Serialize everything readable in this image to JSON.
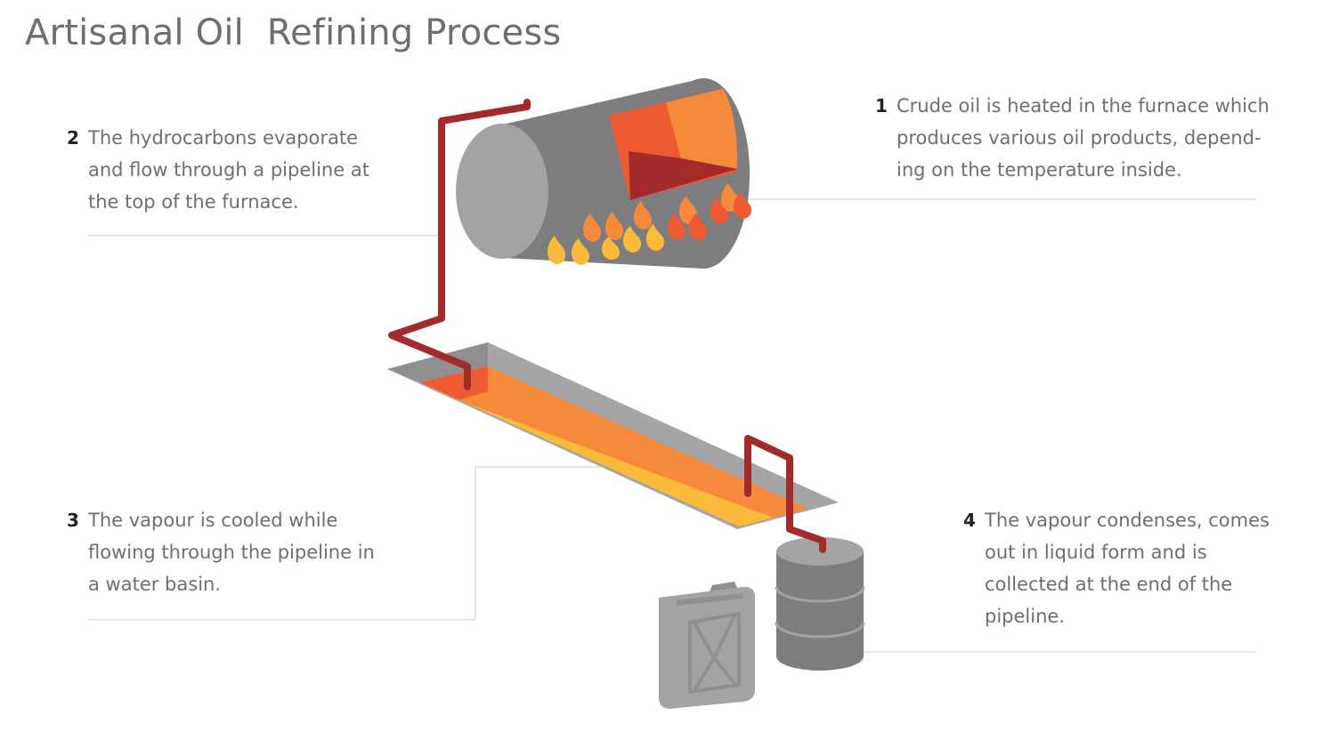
{
  "title": "Artisanal Oil  Refining Process",
  "steps": [
    {
      "number": "1",
      "lines": [
        "Crude oil is heated in the furnace which",
        "produces various oil products, depend-",
        "ing on the temperature inside."
      ]
    },
    {
      "number": "2",
      "lines": [
        "The hydrocarbons evaporate",
        "and flow through a pipeline at",
        "the top of the furnace."
      ]
    },
    {
      "number": "3",
      "lines": [
        "The vapour is cooled while",
        "flowing through the pipeline in",
        "a water basin."
      ]
    },
    {
      "number": "4",
      "lines": [
        "The vapour condenses, comes",
        "out in liquid form and is",
        "collected at the end of the",
        "pipeline."
      ]
    }
  ],
  "colors": {
    "text": "#6d6e70",
    "number": "#231f20",
    "pipe": "#a32a2a",
    "furnace_body": "#7d7d7f",
    "furnace_cap": "#a3a3a5",
    "flame_red": "#ee5b33",
    "flame_orange": "#f58b3a",
    "flame_yellow": "#fcba3a",
    "leader_line": "#c8c8c8"
  },
  "icons": [
    "furnace-icon",
    "flame-icon",
    "water-basin-icon",
    "oil-drum-icon",
    "jerrycan-icon"
  ]
}
